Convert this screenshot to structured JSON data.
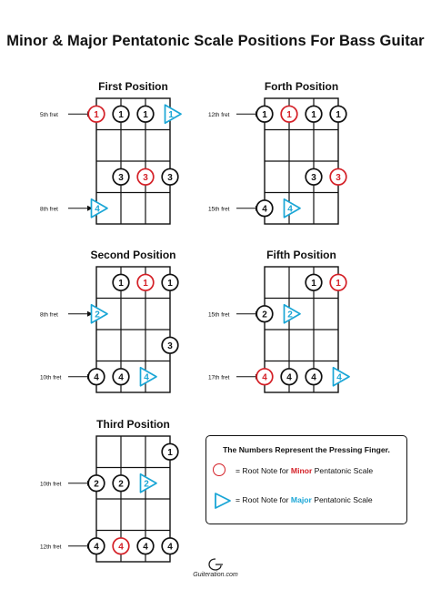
{
  "title": "Minor &  Major Pentatonic Scale Positions For Bass Guitar",
  "colors": {
    "minor_root": "#d42027",
    "major_root": "#1aa6d6",
    "line": "#111111"
  },
  "diagrams": [
    {
      "id": "first",
      "title": "First Position",
      "fret_labels": [
        {
          "fret_index": 0,
          "text": "5th fret"
        },
        {
          "fret_index": 3,
          "text": "8th fret"
        }
      ],
      "notes": [
        {
          "string": 0,
          "fret": 0,
          "finger": "1",
          "kind": "minor"
        },
        {
          "string": 1,
          "fret": 0,
          "finger": "1",
          "kind": "normal"
        },
        {
          "string": 2,
          "fret": 0,
          "finger": "1",
          "kind": "normal"
        },
        {
          "string": 3,
          "fret": 0,
          "finger": "1",
          "kind": "major"
        },
        {
          "string": 1,
          "fret": 2,
          "finger": "3",
          "kind": "normal"
        },
        {
          "string": 2,
          "fret": 2,
          "finger": "3",
          "kind": "minor"
        },
        {
          "string": 3,
          "fret": 2,
          "finger": "3",
          "kind": "normal"
        },
        {
          "string": 0,
          "fret": 3,
          "finger": "4",
          "kind": "major"
        }
      ]
    },
    {
      "id": "forth",
      "title": "Forth Position",
      "fret_labels": [
        {
          "fret_index": 0,
          "text": "12th fret"
        },
        {
          "fret_index": 3,
          "text": "15th fret"
        }
      ],
      "notes": [
        {
          "string": 0,
          "fret": 0,
          "finger": "1",
          "kind": "normal"
        },
        {
          "string": 1,
          "fret": 0,
          "finger": "1",
          "kind": "minor"
        },
        {
          "string": 2,
          "fret": 0,
          "finger": "1",
          "kind": "normal"
        },
        {
          "string": 3,
          "fret": 0,
          "finger": "1",
          "kind": "normal"
        },
        {
          "string": 2,
          "fret": 2,
          "finger": "3",
          "kind": "normal"
        },
        {
          "string": 3,
          "fret": 2,
          "finger": "3",
          "kind": "minor"
        },
        {
          "string": 0,
          "fret": 3,
          "finger": "4",
          "kind": "normal"
        },
        {
          "string": 1,
          "fret": 3,
          "finger": "4",
          "kind": "major"
        }
      ]
    },
    {
      "id": "second",
      "title": "Second Position",
      "fret_labels": [
        {
          "fret_index": 1,
          "text": "8th fret"
        },
        {
          "fret_index": 3,
          "text": "10th fret"
        }
      ],
      "notes": [
        {
          "string": 1,
          "fret": 0,
          "finger": "1",
          "kind": "normal"
        },
        {
          "string": 2,
          "fret": 0,
          "finger": "1",
          "kind": "minor"
        },
        {
          "string": 3,
          "fret": 0,
          "finger": "1",
          "kind": "normal"
        },
        {
          "string": 0,
          "fret": 1,
          "finger": "2",
          "kind": "major"
        },
        {
          "string": 3,
          "fret": 2,
          "finger": "3",
          "kind": "normal"
        },
        {
          "string": 0,
          "fret": 3,
          "finger": "4",
          "kind": "normal"
        },
        {
          "string": 1,
          "fret": 3,
          "finger": "4",
          "kind": "normal"
        },
        {
          "string": 2,
          "fret": 3,
          "finger": "4",
          "kind": "major"
        }
      ]
    },
    {
      "id": "fifth",
      "title": "Fifth Position",
      "fret_labels": [
        {
          "fret_index": 1,
          "text": "15th fret"
        },
        {
          "fret_index": 3,
          "text": "17th fret"
        }
      ],
      "notes": [
        {
          "string": 2,
          "fret": 0,
          "finger": "1",
          "kind": "normal"
        },
        {
          "string": 3,
          "fret": 0,
          "finger": "1",
          "kind": "minor"
        },
        {
          "string": 0,
          "fret": 1,
          "finger": "2",
          "kind": "normal"
        },
        {
          "string": 1,
          "fret": 1,
          "finger": "2",
          "kind": "major"
        },
        {
          "string": 0,
          "fret": 3,
          "finger": "4",
          "kind": "minor"
        },
        {
          "string": 1,
          "fret": 3,
          "finger": "4",
          "kind": "normal"
        },
        {
          "string": 2,
          "fret": 3,
          "finger": "4",
          "kind": "normal"
        },
        {
          "string": 3,
          "fret": 3,
          "finger": "4",
          "kind": "major"
        }
      ]
    },
    {
      "id": "third",
      "title": "Third Position",
      "fret_labels": [
        {
          "fret_index": 1,
          "text": "10th fret"
        },
        {
          "fret_index": 3,
          "text": "12th fret"
        }
      ],
      "notes": [
        {
          "string": 3,
          "fret": 0,
          "finger": "1",
          "kind": "normal"
        },
        {
          "string": 0,
          "fret": 1,
          "finger": "2",
          "kind": "normal"
        },
        {
          "string": 1,
          "fret": 1,
          "finger": "2",
          "kind": "normal"
        },
        {
          "string": 2,
          "fret": 1,
          "finger": "2",
          "kind": "major"
        },
        {
          "string": 0,
          "fret": 3,
          "finger": "4",
          "kind": "normal"
        },
        {
          "string": 1,
          "fret": 3,
          "finger": "4",
          "kind": "minor"
        },
        {
          "string": 2,
          "fret": 3,
          "finger": "4",
          "kind": "normal"
        },
        {
          "string": 3,
          "fret": 3,
          "finger": "4",
          "kind": "normal"
        }
      ]
    }
  ],
  "legend": {
    "title": "The Numbers Represent the Pressing Finger.",
    "minor_prefix": "= Root Note for ",
    "minor_word": "Minor",
    "minor_suffix": " Pentatonic Scale",
    "major_prefix": "= Root Note for ",
    "major_word": "Major",
    "major_suffix": " Pentatonic Scale",
    "minor_icon": "red-circle-icon",
    "major_icon": "blue-triangle-icon"
  },
  "brand": {
    "name": "Guiteration.com",
    "icon": "guitar-pick-logo-icon"
  }
}
